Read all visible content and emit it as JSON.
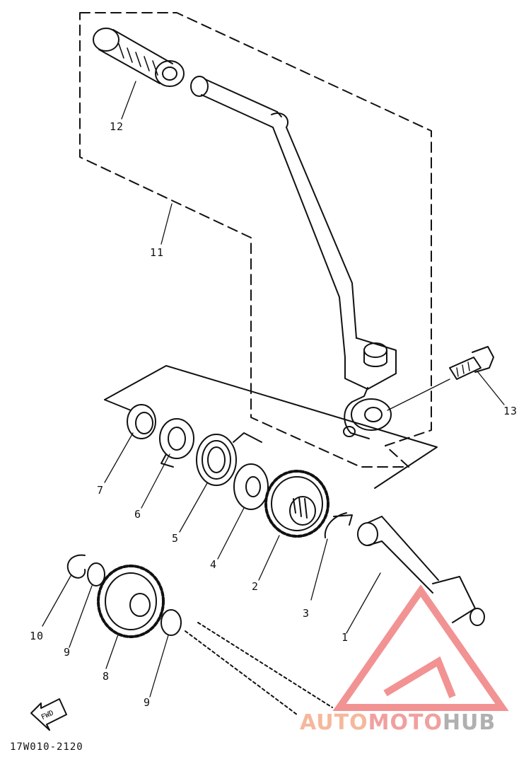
{
  "diagram": {
    "part_numbers": {
      "p1": "1",
      "p2": "2",
      "p3": "3",
      "p4": "4",
      "p5": "5",
      "p6": "6",
      "p7": "7",
      "p8": "8",
      "p9a": "9",
      "p9b": "9",
      "p10": "10",
      "p11": "11",
      "p12": "12",
      "p13": "13"
    },
    "fwd_label": "FWD",
    "code": "17W010-2120"
  },
  "watermark": {
    "part1": "AUTO",
    "part2": "MOTO",
    "part3": "HUB",
    "colors": {
      "triangle": "#f08080",
      "auto": "#f5b89c",
      "moto": "#f0a0a0",
      "hub": "#b0b0b0"
    }
  }
}
